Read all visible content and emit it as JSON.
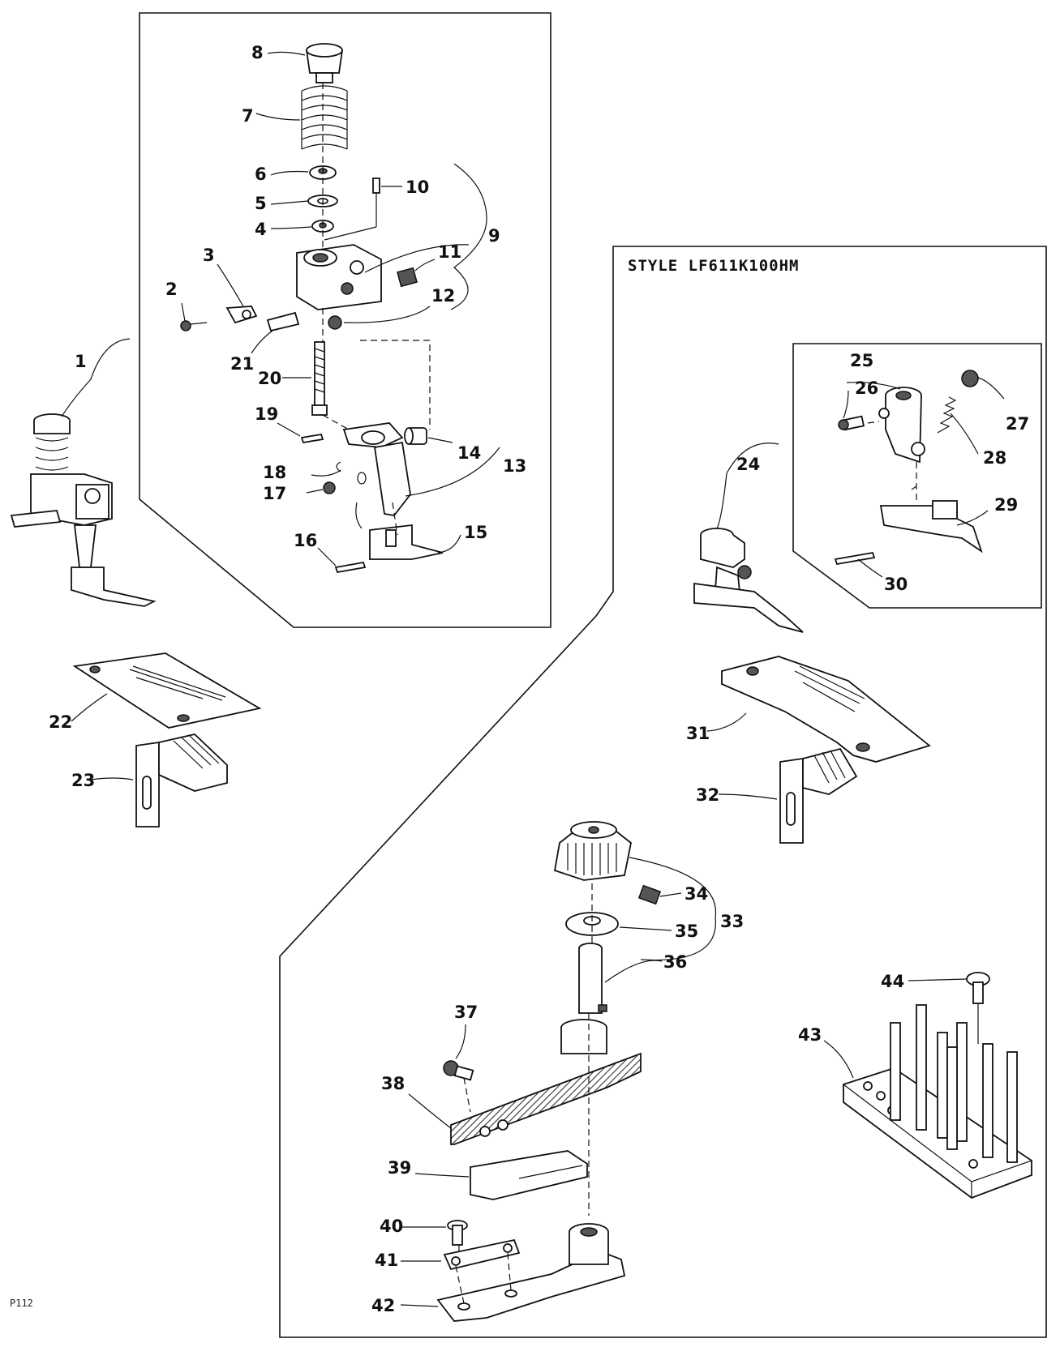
{
  "page_id": "P112",
  "style_title": "STYLE LF611K100HM",
  "callouts": [
    "1",
    "2",
    "3",
    "4",
    "5",
    "6",
    "7",
    "8",
    "9",
    "10",
    "11",
    "12",
    "13",
    "14",
    "15",
    "16",
    "17",
    "18",
    "19",
    "20",
    "21",
    "22",
    "23",
    "24",
    "25",
    "26",
    "27",
    "28",
    "29",
    "30",
    "31",
    "32",
    "33",
    "34",
    "35",
    "36",
    "37",
    "38",
    "39",
    "40",
    "41",
    "42",
    "43",
    "44"
  ]
}
